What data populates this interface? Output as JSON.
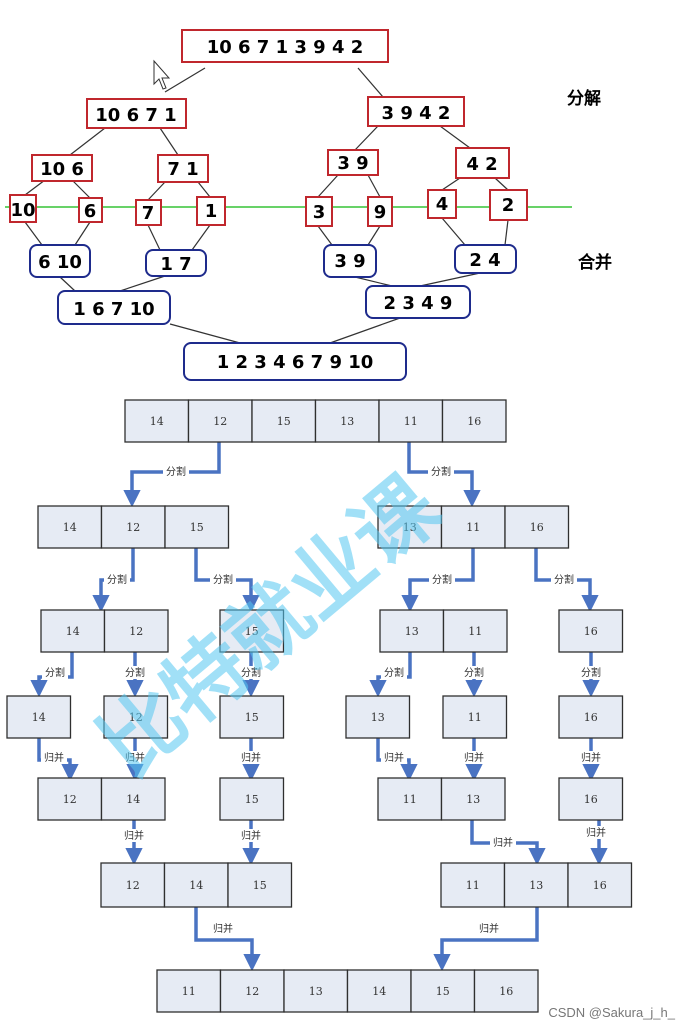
{
  "top_diagram": {
    "split_label": "分解",
    "merge_label": "合并",
    "split_boxes": [
      {
        "values": [
          "10",
          "6",
          "7",
          "1",
          "3",
          "9",
          "4",
          "2"
        ],
        "level": 0
      },
      {
        "values": [
          "10",
          "6",
          "7",
          "1"
        ],
        "level": 1
      },
      {
        "values": [
          "3",
          "9",
          "4",
          "2"
        ],
        "level": 1
      },
      {
        "values": [
          "10",
          "6"
        ],
        "level": 2
      },
      {
        "values": [
          "7",
          "1"
        ],
        "level": 2
      },
      {
        "values": [
          "3",
          "9"
        ],
        "level": 2
      },
      {
        "values": [
          "4",
          "2"
        ],
        "level": 2
      },
      {
        "values": [
          "10"
        ],
        "level": 3
      },
      {
        "values": [
          "6"
        ],
        "level": 3
      },
      {
        "values": [
          "7"
        ],
        "level": 3
      },
      {
        "values": [
          "1"
        ],
        "level": 3
      },
      {
        "values": [
          "3"
        ],
        "level": 3
      },
      {
        "values": [
          "9"
        ],
        "level": 3
      },
      {
        "values": [
          "4"
        ],
        "level": 3
      },
      {
        "values": [
          "2"
        ],
        "level": 3
      }
    ],
    "merge_boxes": [
      {
        "values": [
          "6",
          "10"
        ],
        "level": 0
      },
      {
        "values": [
          "1",
          "7"
        ],
        "level": 0
      },
      {
        "values": [
          "3",
          "9"
        ],
        "level": 0
      },
      {
        "values": [
          "2",
          "4"
        ],
        "level": 0
      },
      {
        "values": [
          "1",
          "6",
          "7",
          "10"
        ],
        "level": 1
      },
      {
        "values": [
          "2",
          "3",
          "4",
          "9"
        ],
        "level": 1
      },
      {
        "values": [
          "1",
          "2",
          "3",
          "4",
          "6",
          "7",
          "9",
          "10"
        ],
        "level": 2
      }
    ]
  },
  "bottom_diagram": {
    "split_op": "分割",
    "merge_op": "归并",
    "rows": [
      {
        "role": "input",
        "groups": [
          [
            "14",
            "12",
            "15",
            "13",
            "11",
            "16"
          ]
        ]
      },
      {
        "role": "split",
        "groups": [
          [
            "14",
            "12",
            "15"
          ],
          [
            "13",
            "11",
            "16"
          ]
        ]
      },
      {
        "role": "split",
        "groups": [
          [
            "14",
            "12"
          ],
          [
            "15"
          ],
          [
            "13",
            "11"
          ],
          [
            "16"
          ]
        ]
      },
      {
        "role": "split",
        "groups": [
          [
            "14"
          ],
          [
            "12"
          ],
          [
            "15"
          ],
          [
            "13"
          ],
          [
            "11"
          ],
          [
            "16"
          ]
        ]
      },
      {
        "role": "merge",
        "groups": [
          [
            "12",
            "14"
          ],
          [
            "15"
          ],
          [
            "11",
            "13"
          ],
          [
            "16"
          ]
        ]
      },
      {
        "role": "merge",
        "groups": [
          [
            "12",
            "14",
            "15"
          ],
          [
            "11",
            "13",
            "16"
          ]
        ]
      },
      {
        "role": "merge",
        "groups": [
          [
            "11",
            "12",
            "13",
            "14",
            "15",
            "16"
          ]
        ]
      }
    ]
  },
  "watermark": "比特就业课",
  "credit": "CSDN @Sakura_j_h_",
  "colors": {
    "split_border": "#c0272d",
    "merge_border": "#1e2b8c",
    "guide_line": "#36c436",
    "cell_fill": "#e6ebf4",
    "arrow": "#4a73c2",
    "watermark": "#55c8f2"
  }
}
